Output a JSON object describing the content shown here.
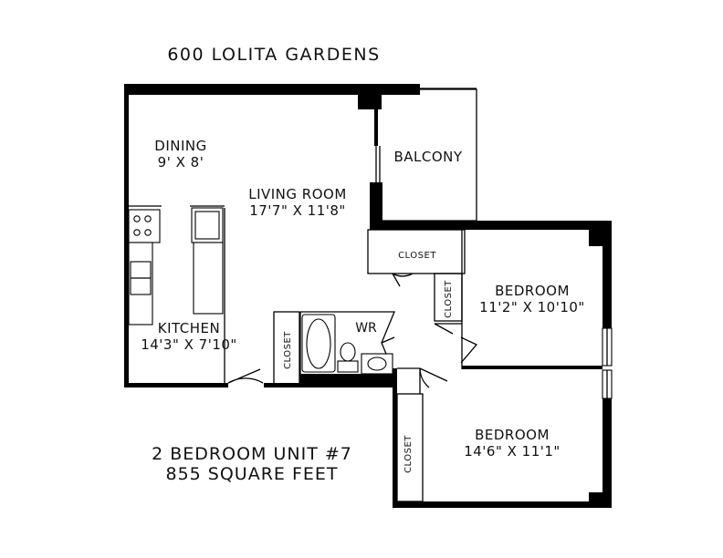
{
  "title": "600 LOLITA GARDENS",
  "rooms": {
    "dining": {
      "name": "DINING",
      "dims": "9' X 8'"
    },
    "living": {
      "name": "LIVING ROOM",
      "dims": "17'7\" X 11'8\""
    },
    "balcony": {
      "name": "BALCONY"
    },
    "kitchen": {
      "name": "KITCHEN",
      "dims": "14'3\" X 7'10\""
    },
    "closet_entry": {
      "name": "CLOSET"
    },
    "closet_hall": {
      "name": "CLOSET"
    },
    "closet_bed1": {
      "name": "CLOSET"
    },
    "closet_bed2": {
      "name": "CLOSET"
    },
    "washroom": {
      "name": "WR"
    },
    "bedroom1": {
      "name": "BEDROOM",
      "dims": "11'2\" X 10'10\""
    },
    "bedroom2": {
      "name": "BEDROOM",
      "dims": "14'6\" X 11'1\""
    }
  },
  "footer": {
    "unit": "2 BEDROOM UNIT #7",
    "area": "855 SQUARE FEET"
  }
}
